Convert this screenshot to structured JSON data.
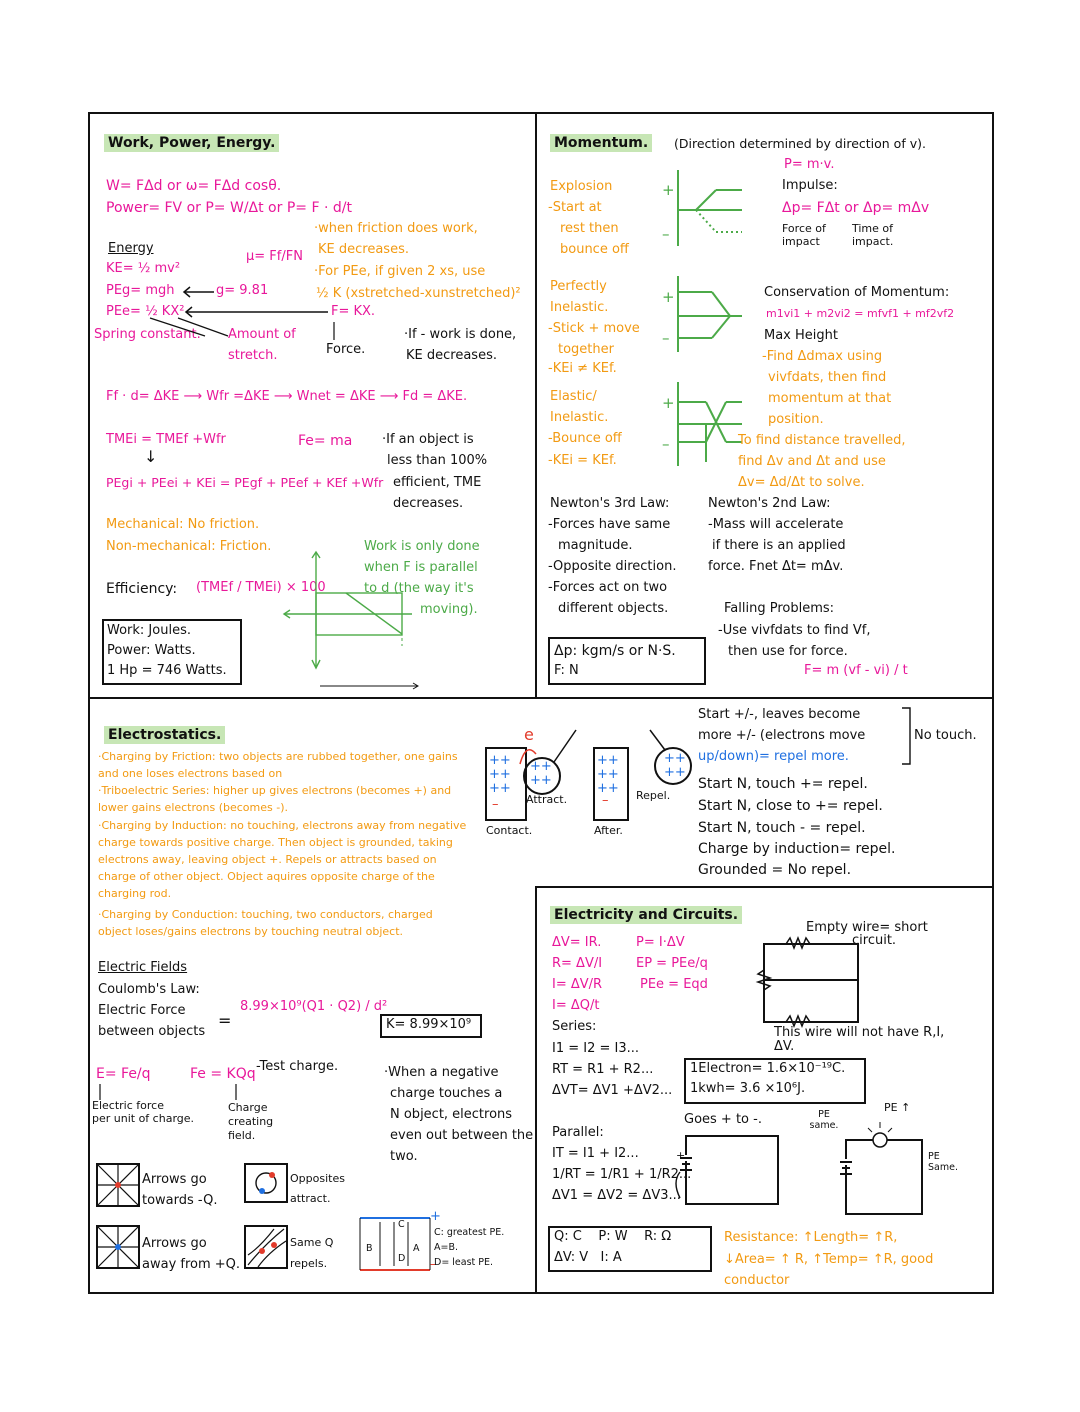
{
  "wpe": {
    "header": "Work, Power, Energy.",
    "work_eq": "W= FΔd  or  ω= FΔd cosθ.",
    "power_eq": "Power= FV  or   P= W/Δt   or   P= F · d/t",
    "energy_title": "Energy",
    "ke": "KE= ½ mv²",
    "peg": "PEg= mgh",
    "g_val": "g= 9.81",
    "pee": "PEe= ½ KX²",
    "mu": "μ= Ff/FN",
    "friction_note_1": "·when friction does work,",
    "friction_note_2": "KE decreases.",
    "pee_note_1": "·For PEe, if given 2 xs, use",
    "pee_note_2": "½ K (xstretched-xunstretched)²",
    "hooke": "F= KX.",
    "spring_constant": "Spring constant.",
    "amount_stretch_1": "Amount of",
    "amount_stretch_2": "stretch.",
    "force_label": "Force.",
    "work_done_1": "·If - work is done,",
    "work_done_2": "KE decreases.",
    "chain": "Ff · d= ΔKE ⟶ Wfr =ΔKE ⟶ Wnet = ΔKE ⟶ Fd = ΔKE.",
    "tme": "TMEi = TMEf +Wfr",
    "fe_ma": "Fe= ma",
    "arrow_down": "↓",
    "pe_sum": "PEgi + PEei + KEi = PEgf + PEef + KEf +Wfr",
    "efficient_1": "·If an object is",
    "efficient_2": "less than 100%",
    "efficient_3": "efficient, TME",
    "efficient_4": "decreases.",
    "mechanical": "Mechanical: No friction.",
    "non_mechanical": "Non-mechanical: Friction.",
    "efficiency": "Efficiency:",
    "efficiency_frac": "(TMEf / TMEi) × 100",
    "parallel_1": "Work is only done",
    "parallel_2": "when F is parallel",
    "parallel_3": "to d (the way it's",
    "parallel_4": "moving).",
    "units": [
      "Work: Joules.",
      "Power: Watts.",
      "1 Hp = 746 Watts."
    ]
  },
  "momentum": {
    "header": "Momentum.",
    "direction": "(Direction determined by direction of v).",
    "p": "P= m·v.",
    "impulse": "Impulse:",
    "impulse_eq": "Δp= FΔt  or  Δp= mΔv",
    "force_of_impact": "Force of impact",
    "time_of_impact": "Time of impact.",
    "explosion": [
      "Explosion",
      "-Start at",
      "rest then",
      "bounce off"
    ],
    "inelastic": [
      "Perfectly",
      "Inelastic.",
      "-Stick + move",
      "together",
      "-KEi ≠ KEf."
    ],
    "elastic": [
      "Elastic/",
      "Inelastic.",
      "-Bounce off",
      "-KEi = KEf."
    ],
    "conservation": "Conservation of Momentum:",
    "conservation_eq": "m1vi1 + m2vi2 = mfvf1 + mf2vf2",
    "max_height": "Max Height",
    "find_dmax_1": "-Find Δdmax using",
    "find_dmax_2": "vivfdats, then find",
    "find_dmax_3": "momentum at that",
    "find_dmax_4": "position.",
    "distance_1": "To find distance travelled,",
    "distance_2": "find Δv and Δt and use",
    "distance_3": "Δv= Δd/Δt  to solve.",
    "newton3_title": "Newton's 3rd Law:",
    "newton3": [
      "-Forces have same",
      "magnitude.",
      "-Opposite direction.",
      "-Forces act on two",
      "different objects."
    ],
    "newton2_title": "Newton's 2nd Law:",
    "newton2": [
      "-Mass will accelerate",
      "if there is an applied",
      "force.  Fnet Δt= mΔv."
    ],
    "falling_title": "Falling Problems:",
    "falling": [
      "-Use vivfdats to find Vf,",
      "then use  for force."
    ],
    "falling_eq": "F= m (vf - vi) / t",
    "units": [
      "Δp: kgm/s or N·S.",
      "F: N"
    ],
    "plus": "+",
    "minus": "–"
  },
  "electro": {
    "header": "Electrostatics.",
    "notes": [
      "·Charging by Friction: two objects are rubbed together, one gains and one loses electrons based on",
      "·Triboelectric Series: higher up gives electrons (becomes +) and lower gains electrons (becomes -).",
      "·Charging by Induction: no touching, electrons away from negative charge towards positive charge. Then object is grounded, taking electrons away, leaving object +. Repels or attracts based on charge of other object. Object aquires opposite charge of the charging rod.",
      "·Charging by Conduction: touching, two conductors, charged object loses/gains electrons by touching neutral object."
    ],
    "electric_fields": "Electric Fields",
    "coulomb": "Coulomb's Law:",
    "electric_force_1": "Electric Force",
    "electric_force_2": "between objects",
    "coulomb_eq": "8.99×10⁹(Q1 · Q2) / d²",
    "k_val": "K= 8.99×10⁹",
    "e_eq": "E= Fe/q",
    "fe_eq": "Fe = KQq",
    "test_charge": "-Test charge.",
    "e_label_1": "Electric force",
    "e_label_2": "per unit of charge.",
    "charge_field_1": "Charge",
    "charge_field_2": "creating",
    "charge_field_3": "field.",
    "negative_touch": [
      "·When a negative",
      "charge touches a",
      "N object, electrons",
      "even out between the",
      "two."
    ],
    "arrows_neg_1": "Arrows go",
    "arrows_neg_2": "towards -Q.",
    "arrows_pos_1": "Arrows go",
    "arrows_pos_2": "away from +Q.",
    "opposites_1": "Opposites",
    "opposites_2": "attract.",
    "same_1": "Same Q",
    "same_2": "repels.",
    "pe_legend": [
      "C: greatest PE.",
      "A=B.",
      "D= least PE."
    ],
    "letters": [
      "B",
      "C",
      "D",
      "A"
    ],
    "e_symbol": "e",
    "attract": "Attract.",
    "repel": "Repel.",
    "contact": "Contact.",
    "after": "After.",
    "rules_top_1": "Start +/-, leaves become",
    "rules_top_2": "more +/- (electrons move",
    "rules_top_3": "up/down)= repel more.",
    "no_touch": "No touch.",
    "rules": [
      "Start N, touch += repel.",
      "Start N, close to += repel.",
      "Start N, touch - = repel.",
      "Charge by induction= repel.",
      "Grounded = No repel."
    ]
  },
  "circuits": {
    "header": "Electricity and Circuits.",
    "left_eqs": [
      "ΔV= IR.",
      "R= ΔV/I",
      "I= ΔV/R",
      "I= ΔQ/t"
    ],
    "mid_eqs": [
      "P= I·ΔV",
      "EP = PEe/q",
      "PEe = Eqd"
    ],
    "empty_wire_1": "Empty wire= short",
    "empty_wire_2": "circuit.",
    "no_r_1": "This wire will not have R,I,",
    "no_r_2": "ΔV.",
    "series_title": "Series:",
    "series": [
      "I1 = I2 = I3...",
      "RT = R1 + R2...",
      "ΔVT= ΔV1 +ΔV2..."
    ],
    "constants": [
      "1Electron= 1.6×10⁻¹⁹C.",
      "1kwh= 3.6 ×10⁶J."
    ],
    "parallel_title": "Parallel:",
    "parallel": [
      "IT = I1 + I2...",
      "1/RT = 1/R1 + 1/R2...",
      "ΔV1 = ΔV2 = ΔV3..."
    ],
    "goes": "Goes + to -.",
    "pe_same": "PE same.",
    "pe_up": "PE ↑",
    "pe_same_2": "PE Same.",
    "units_1": "Q: C    P: W    R: Ω",
    "units_2": "ΔV: V   I: A",
    "resistance_1": "Resistance: ↑Length= ↑R,",
    "resistance_2": "↓Area= ↑ R, ↑Temp= ↑R, good",
    "resistance_3": "conductor"
  },
  "colors": {
    "pink": "#e8189a",
    "orange": "#f29a12",
    "green": "#4caa48",
    "header_bg": "#c7e6b5"
  }
}
